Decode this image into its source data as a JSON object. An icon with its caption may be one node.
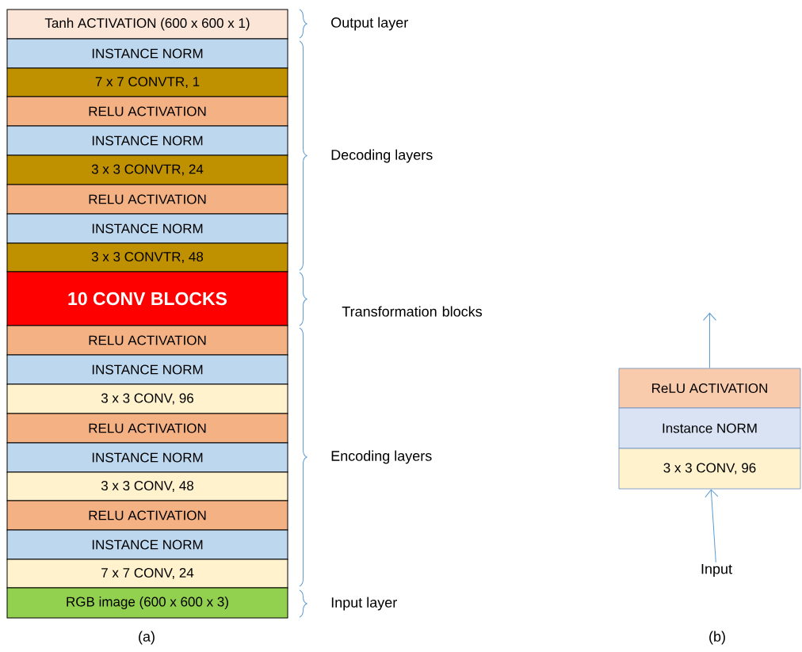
{
  "diagram": {
    "nodes": [
      {
        "text": [
          "Tanh ACTIVATION (600 x 600 x 1)"
        ]
      },
      {
        "text": [
          "INSTANCE NORM"
        ]
      },
      {
        "text": [
          "7 x 7 CONVTR, 1"
        ]
      },
      {
        "text": [
          "RELU ACTIVATION"
        ]
      },
      {
        "text": [
          "INSTANCE NORM"
        ]
      },
      {
        "text": [
          "3 x 3 CONVTR, 24"
        ]
      },
      {
        "text": [
          "RELU ACTIVATION"
        ]
      },
      {
        "text": [
          "INSTANCE NORM"
        ]
      },
      {
        "text": [
          "3 x 3 CONVTR, 48"
        ]
      },
      {
        "text": [
          "10 CONV BLOCKS"
        ]
      },
      {
        "text": [
          "RELU ACTIVATION"
        ]
      },
      {
        "text": [
          "INSTANCE NORM"
        ]
      },
      {
        "text": [
          "3 x 3 CONV, 96"
        ]
      },
      {
        "text": [
          "RELU ACTIVATION"
        ]
      },
      {
        "text": [
          "INSTANCE NORM"
        ]
      },
      {
        "text": [
          "3 x 3 CONV, 48"
        ]
      },
      {
        "text": [
          "RELU ACTIVATION"
        ]
      },
      {
        "text": [
          "INSTANCE NORM"
        ]
      },
      {
        "text": [
          "7 x 7 CONV, 24"
        ]
      },
      {
        "text": [
          "RGB image (600 x 600 x 3)"
        ]
      },
      {
        "text": [
          "ReLU ACTIVATION"
        ]
      },
      {
        "text": [
          "Instance NORM"
        ]
      },
      {
        "text": [
          "3 x 3 CONV, 96"
        ]
      },
      {
        "text": [
          "Input"
        ]
      }
    ],
    "edges": [
      {
        "from": 23,
        "to": 22,
        "arrow": "to"
      },
      {
        "from": 20,
        "to": null,
        "arrow": "to"
      }
    ],
    "labels": [
      "Output layer",
      "Decoding layers",
      "Transformation blocks",
      "Encoding layers",
      "Input layer",
      "(a)",
      "(b)"
    ]
  }
}
